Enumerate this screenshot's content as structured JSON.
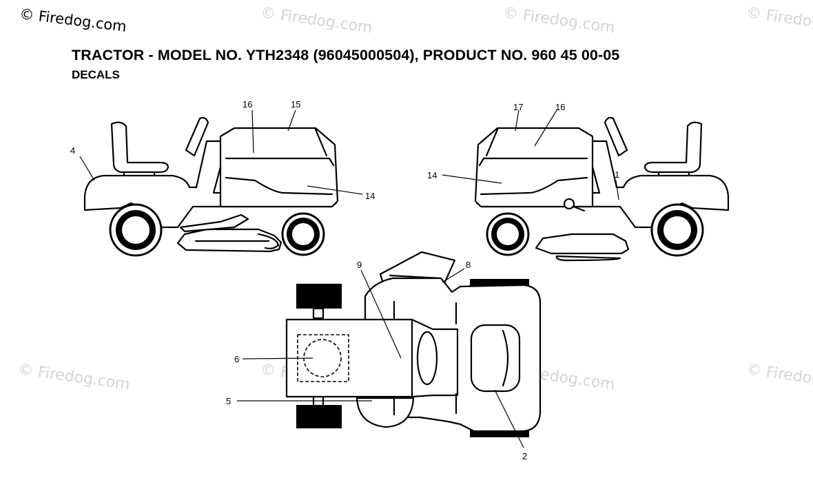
{
  "watermark": "© Firedog.com",
  "title": "TRACTOR - MODEL NO. YTH2348 (96045000504), PRODUCT NO. 960 45 00-05",
  "subtitle": "DECALS",
  "callouts": {
    "c1": "1",
    "c2": "2",
    "c4": "4",
    "c5": "5",
    "c6": "6",
    "c8": "8",
    "c9": "9",
    "c14a": "14",
    "c14b": "14",
    "c15": "15",
    "c16a": "16",
    "c16b": "16",
    "c17": "17"
  }
}
